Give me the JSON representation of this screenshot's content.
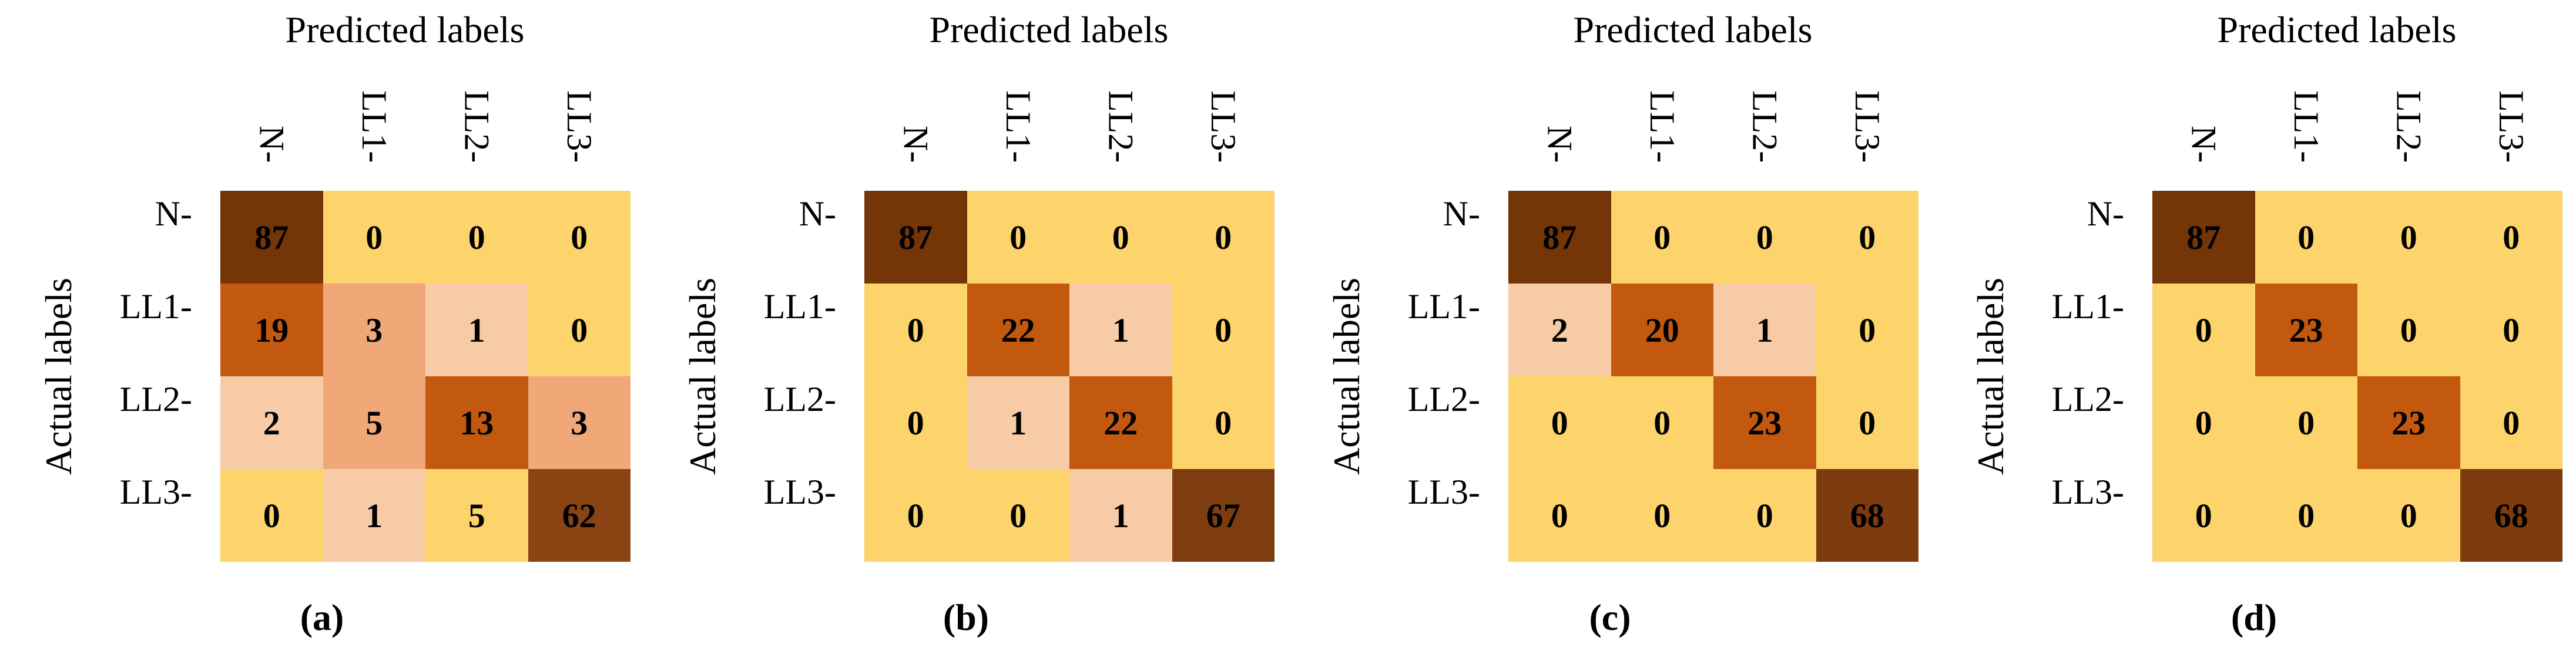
{
  "figure_description": "Four confusion matrix heatmaps labelled (a) to (d)",
  "palette": {
    "zero_yellow": "#FCD46B",
    "low_peach": "#F6CBA6",
    "mid_salmon": "#F0A878",
    "high_orange": "#C2590F",
    "brown_62": "#8A4413",
    "brown_67": "#7E3D10",
    "brown_68": "#7E3C0E",
    "brown_87": "#743507",
    "text": "#000000",
    "background": "#FFFFFF"
  },
  "chart_data": [
    {
      "type": "heatmap",
      "caption": "(a)",
      "xlabel": "Predicted labels",
      "ylabel": "Actual labels",
      "x_labels": [
        "N-",
        "LL1-",
        "LL2-",
        "LL3-"
      ],
      "y_labels": [
        "N-",
        "LL1-",
        "LL2-",
        "LL3-"
      ],
      "values": [
        [
          87,
          0,
          0,
          0
        ],
        [
          19,
          3,
          1,
          0
        ],
        [
          2,
          5,
          13,
          3
        ],
        [
          0,
          1,
          5,
          62
        ]
      ],
      "cell_colors": [
        [
          "#743507",
          "#FCD46B",
          "#FCD46B",
          "#FCD46B"
        ],
        [
          "#C2590F",
          "#F0A878",
          "#F6CBA6",
          "#FCD46B"
        ],
        [
          "#F6CBA6",
          "#F0A878",
          "#C2590F",
          "#F0A878"
        ],
        [
          "#FCD46B",
          "#F6CBA6",
          "#FCD46B",
          "#8A4413"
        ]
      ]
    },
    {
      "type": "heatmap",
      "caption": "(b)",
      "xlabel": "Predicted labels",
      "ylabel": "Actual labels",
      "x_labels": [
        "N-",
        "LL1-",
        "LL2-",
        "LL3-"
      ],
      "y_labels": [
        "N-",
        "LL1-",
        "LL2-",
        "LL3-"
      ],
      "values": [
        [
          87,
          0,
          0,
          0
        ],
        [
          0,
          22,
          1,
          0
        ],
        [
          0,
          1,
          22,
          0
        ],
        [
          0,
          0,
          1,
          67
        ]
      ],
      "cell_colors": [
        [
          "#743507",
          "#FCD46B",
          "#FCD46B",
          "#FCD46B"
        ],
        [
          "#FCD46B",
          "#C2590F",
          "#F6CBA6",
          "#FCD46B"
        ],
        [
          "#FCD46B",
          "#F6CBA6",
          "#C2590F",
          "#FCD46B"
        ],
        [
          "#FCD46B",
          "#FCD46B",
          "#F6CBA6",
          "#7E3D10"
        ]
      ]
    },
    {
      "type": "heatmap",
      "caption": "(c)",
      "xlabel": "Predicted labels",
      "ylabel": "Actual labels",
      "x_labels": [
        "N-",
        "LL1-",
        "LL2-",
        "LL3-"
      ],
      "y_labels": [
        "N-",
        "LL1-",
        "LL2-",
        "LL3-"
      ],
      "values": [
        [
          87,
          0,
          0,
          0
        ],
        [
          2,
          20,
          1,
          0
        ],
        [
          0,
          0,
          23,
          0
        ],
        [
          0,
          0,
          0,
          68
        ]
      ],
      "cell_colors": [
        [
          "#743507",
          "#FCD46B",
          "#FCD46B",
          "#FCD46B"
        ],
        [
          "#F6CBA6",
          "#C2590F",
          "#F6CBA6",
          "#FCD46B"
        ],
        [
          "#FCD46B",
          "#FCD46B",
          "#C2590F",
          "#FCD46B"
        ],
        [
          "#FCD46B",
          "#FCD46B",
          "#FCD46B",
          "#7E3C0E"
        ]
      ]
    },
    {
      "type": "heatmap",
      "caption": "(d)",
      "xlabel": "Predicted labels",
      "ylabel": "Actual labels",
      "x_labels": [
        "N-",
        "LL1-",
        "LL2-",
        "LL3-"
      ],
      "y_labels": [
        "N-",
        "LL1-",
        "LL2-",
        "LL3-"
      ],
      "values": [
        [
          87,
          0,
          0,
          0
        ],
        [
          0,
          23,
          0,
          0
        ],
        [
          0,
          0,
          23,
          0
        ],
        [
          0,
          0,
          0,
          68
        ]
      ],
      "cell_colors": [
        [
          "#743507",
          "#FCD46B",
          "#FCD46B",
          "#FCD46B"
        ],
        [
          "#FCD46B",
          "#C2590F",
          "#FCD46B",
          "#FCD46B"
        ],
        [
          "#FCD46B",
          "#FCD46B",
          "#C2590F",
          "#FCD46B"
        ],
        [
          "#FCD46B",
          "#FCD46B",
          "#FCD46B",
          "#7E3C0E"
        ]
      ]
    }
  ]
}
